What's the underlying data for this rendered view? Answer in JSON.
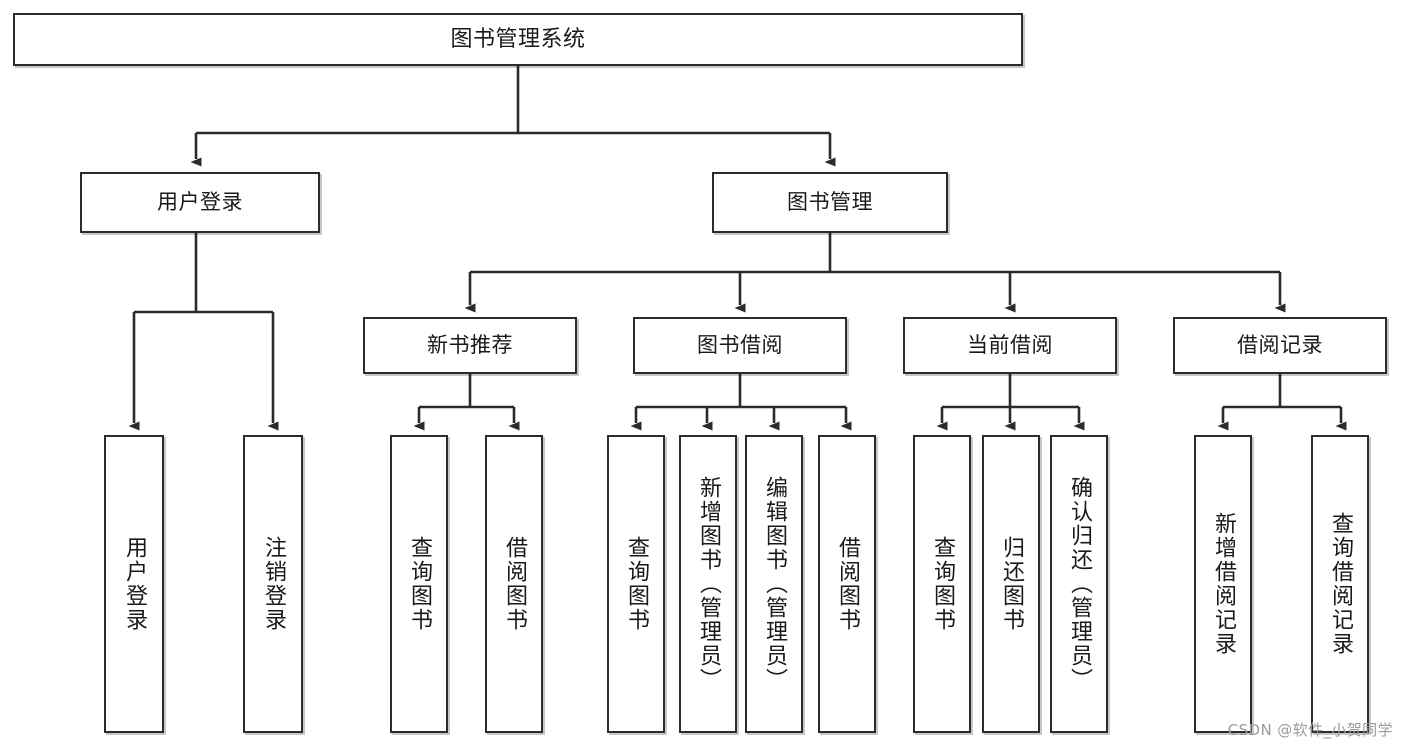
{
  "diagram": {
    "title": "图书管理系统",
    "type": "hierarchy-tree",
    "watermark": "CSDN @软件_小贺同学",
    "levels": {
      "root": {
        "label": "图书管理系统"
      },
      "level2": [
        {
          "label": "用户登录"
        },
        {
          "label": "图书管理"
        }
      ],
      "level3": [
        {
          "label": "新书推荐"
        },
        {
          "label": "图书借阅"
        },
        {
          "label": "当前借阅"
        },
        {
          "label": "借阅记录"
        }
      ],
      "leaves": {
        "user_login": [
          {
            "label": "用户登录"
          },
          {
            "label": "注销登录"
          }
        ],
        "new_book_recommend": [
          {
            "label": "查询图书"
          },
          {
            "label": "借阅图书"
          }
        ],
        "book_borrow": [
          {
            "label": "查询图书"
          },
          {
            "label": "新增图书（管理员）"
          },
          {
            "label": "编辑图书（管理员）"
          },
          {
            "label": "借阅图书"
          }
        ],
        "current_borrow": [
          {
            "label": "查询图书"
          },
          {
            "label": "归还图书"
          },
          {
            "label": "确认归还（管理员）"
          }
        ],
        "borrow_record": [
          {
            "label": "新增借阅记录"
          },
          {
            "label": "查询借阅记录"
          }
        ]
      }
    },
    "colors": {
      "box_border": "#2b2b2b",
      "box_fill": "#ffffff",
      "connector": "#2b2b2b",
      "text": "#1a1a1a",
      "watermark": "#9b9b9b"
    }
  }
}
